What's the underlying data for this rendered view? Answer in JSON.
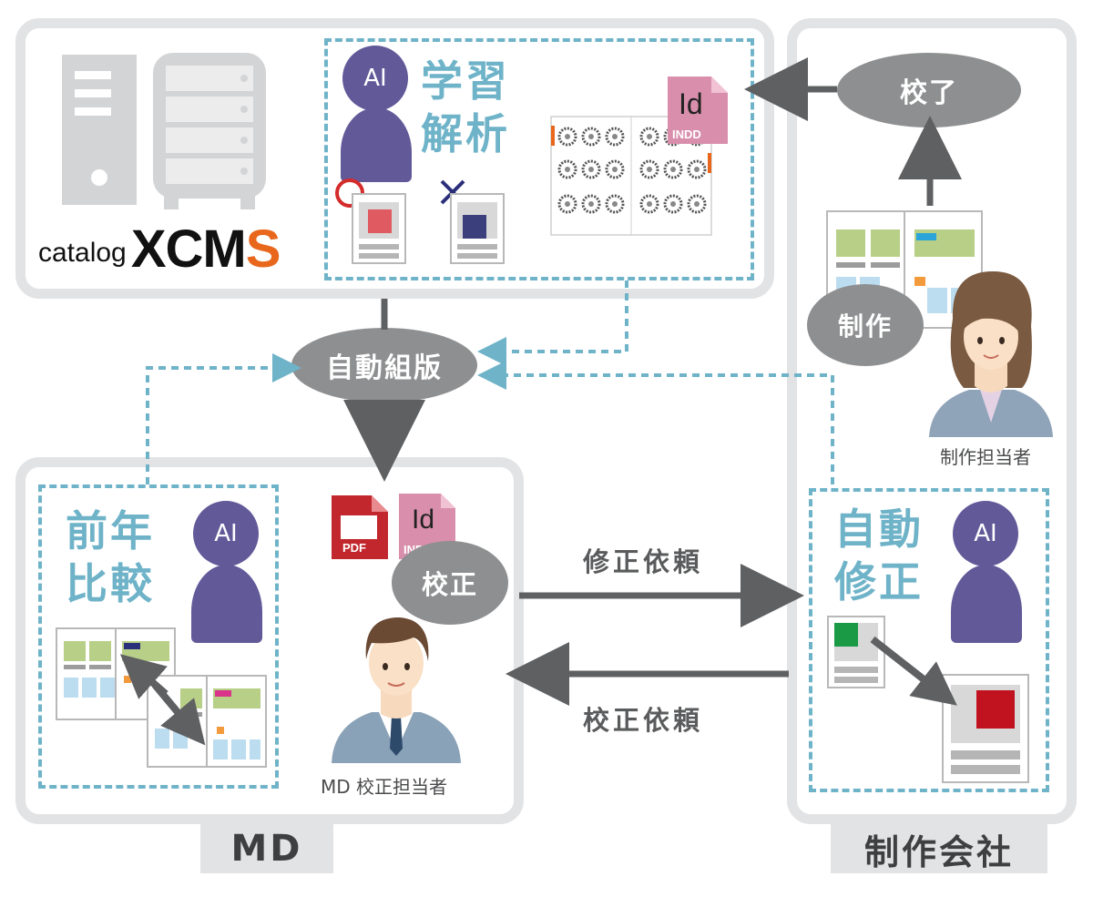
{
  "colors": {
    "panel_border": "#e2e3e4",
    "dashed": "#6fb3c9",
    "oval": "#8e8f90",
    "ai_purple": "#625999",
    "arrow": "#5f6062",
    "accent_orange": "#e8671c",
    "indesign_pink": "#d98fab",
    "pdf_red": "#c1272d"
  },
  "brand": {
    "prefix": "catalog",
    "name_main": "XCM",
    "name_accent": "S"
  },
  "icons": {
    "ai_label": "AI",
    "id_label": "Id",
    "indd_label": "INDD",
    "pdf_label": "PDF"
  },
  "learning": {
    "title_line1": "学習",
    "title_line2": "解析"
  },
  "nodes": {
    "auto_typeset": "自動組版",
    "proof_done": "校了",
    "production": "制作",
    "proofread": "校正"
  },
  "md_panel": {
    "title_line1": "前年",
    "title_line2": "比較"
  },
  "auto_fix": {
    "title_line1": "自動",
    "title_line2": "修正"
  },
  "people": {
    "md_person": "MD 校正担当者",
    "staff_person": "制作担当者"
  },
  "arrows": {
    "fix_request": "修正依頼",
    "proof_request": "校正依頼"
  },
  "sections": {
    "md": "MD",
    "company": "制作会社"
  }
}
